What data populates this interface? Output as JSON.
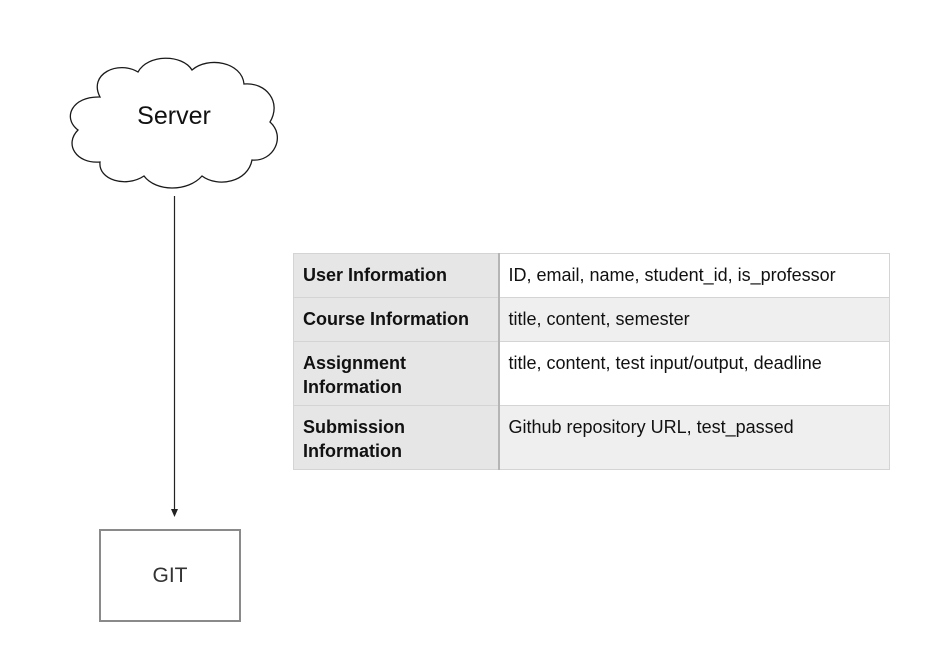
{
  "diagram": {
    "server_label": "Server",
    "git_label": "GIT"
  },
  "table": {
    "rows": [
      {
        "key": "User Information",
        "value": "ID, email, name, student_id, is_professor"
      },
      {
        "key": "Course Information",
        "value": "title, content, semester"
      },
      {
        "key": "Assignment Information",
        "value": "title, content, test input/output, deadline"
      },
      {
        "key": "Submission Information",
        "value": "Github repository URL, test_passed"
      }
    ]
  },
  "colors": {
    "key_cell_bg": "#e6e6e6",
    "alt_row_bg": "#efefef",
    "git_border": "#8a8a8a"
  },
  "icons": {
    "server": "cloud-icon",
    "connector": "arrow-down-icon"
  }
}
